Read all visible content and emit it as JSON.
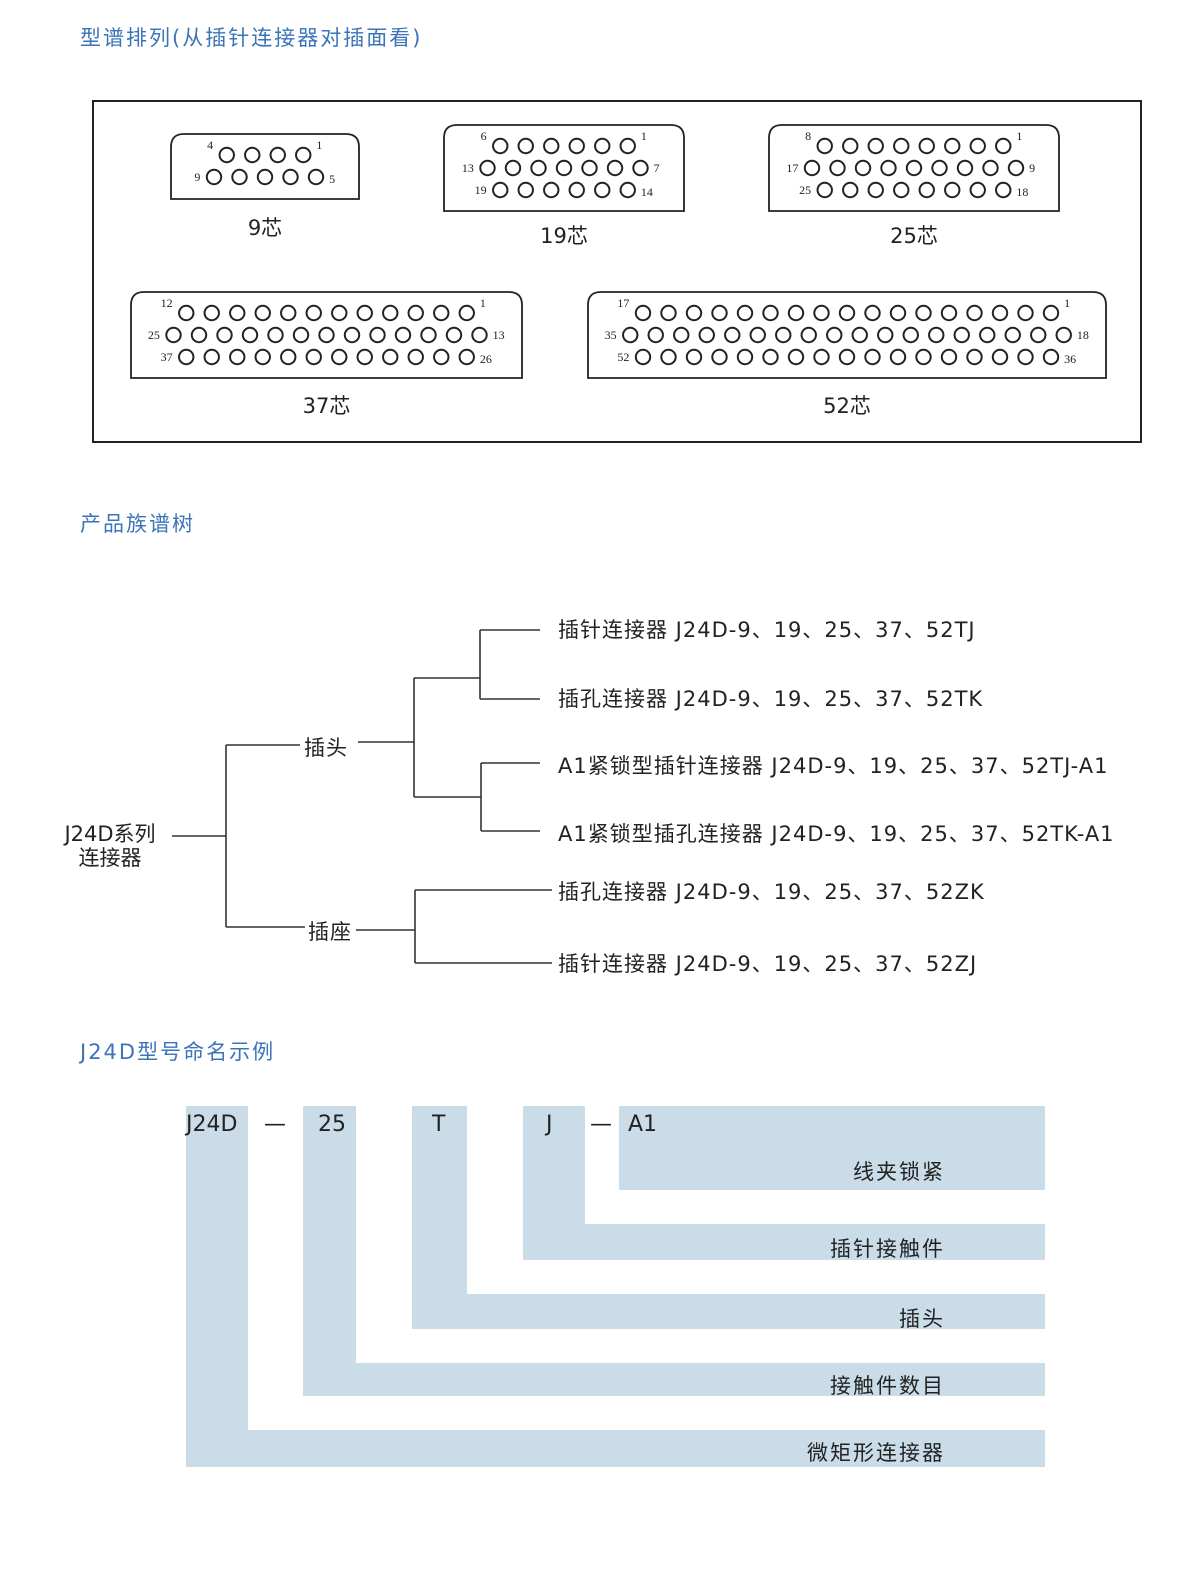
{
  "sections": {
    "layout_title": "型谱排列(从插针连接器对插面看)",
    "tree_title": "产品族谱树",
    "naming_title": "J24D型号命名示例"
  },
  "connectors": [
    {
      "caption": "9芯",
      "rows": [
        4,
        5
      ],
      "labels": {
        "tl": "4",
        "tr": "1",
        "ml": "9",
        "mr": "5"
      }
    },
    {
      "caption": "19芯",
      "rows": [
        6,
        7,
        6
      ],
      "labels": {
        "tl": "6",
        "tr": "1",
        "ml": "13",
        "mr": "7",
        "bl": "19",
        "br": "14"
      }
    },
    {
      "caption": "25芯",
      "rows": [
        8,
        9,
        8
      ],
      "labels": {
        "tl": "8",
        "tr": "1",
        "ml": "17",
        "mr": "9",
        "bl": "25",
        "br": "18"
      }
    },
    {
      "caption": "37芯",
      "rows": [
        12,
        13,
        12
      ],
      "labels": {
        "tl": "12",
        "tr": "1",
        "ml": "25",
        "mr": "13",
        "bl": "37",
        "br": "26"
      }
    },
    {
      "caption": "52芯",
      "rows": [
        17,
        18,
        17
      ],
      "labels": {
        "tl": "17",
        "tr": "1",
        "ml": "35",
        "mr": "18",
        "bl": "52",
        "br": "36"
      }
    }
  ],
  "tree": {
    "root": {
      "line1": "J24D系列",
      "line2": "连接器"
    },
    "plug": {
      "label": "插头",
      "leaves": [
        "插针连接器 J24D-9、19、25、37、52TJ",
        "插孔连接器 J24D-9、19、25、37、52TK",
        "A1紧锁型插针连接器 J24D-9、19、25、37、52TJ-A1",
        "A1紧锁型插孔连接器 J24D-9、19、25、37、52TK-A1"
      ]
    },
    "socket": {
      "label": "插座",
      "leaves": [
        "插孔连接器 J24D-9、19、25、37、52ZK",
        "插针连接器 J24D-9、19、25、37、52ZJ"
      ]
    }
  },
  "naming": {
    "codes": {
      "series": "J24D",
      "dash1": "—",
      "count": "25",
      "type": "T",
      "contact": "J",
      "dash2": "—",
      "lock": "A1"
    },
    "labels": {
      "lock": "线夹锁紧",
      "contact": "插针接触件",
      "type": "插头",
      "count": "接触件数目",
      "series": "微矩形连接器"
    },
    "band_color": "#c9dce8"
  },
  "colors": {
    "title": "#3b74b8",
    "line": "#222222"
  }
}
